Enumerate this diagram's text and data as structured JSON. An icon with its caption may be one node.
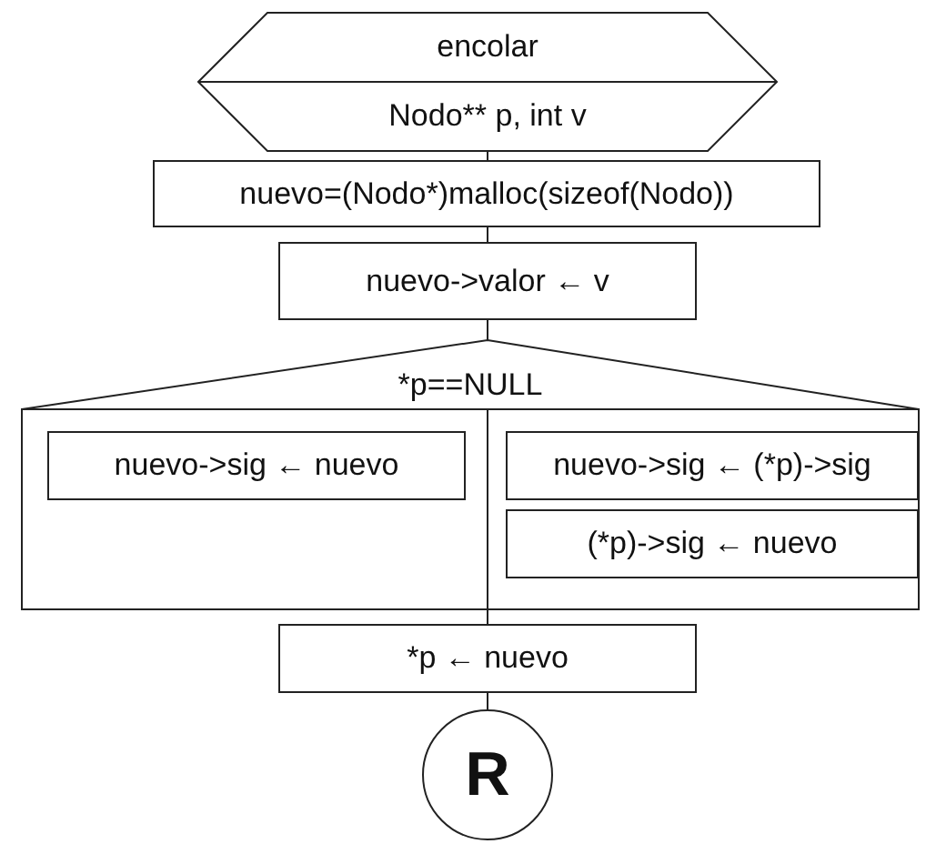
{
  "diagram": {
    "nodes": [
      {
        "text": [
          "encolar",
          "Nodo** p, int v"
        ]
      },
      {
        "text": [
          "nuevo=(Nodo*)malloc(sizeof(Nodo))"
        ]
      },
      {
        "text": [
          "nuevo->valor ← v"
        ]
      },
      {
        "text": [
          "*p==NULL"
        ]
      },
      {
        "text": [
          "nuevo->sig ← nuevo"
        ],
        "in": 3
      },
      {
        "text": [
          "nuevo->sig ← (*p)->sig"
        ],
        "in": 3
      },
      {
        "text": [
          "(*p)->sig ← nuevo"
        ],
        "in": 3
      },
      {
        "text": [
          "*p ← nuevo"
        ]
      },
      {
        "text": [
          "R"
        ]
      }
    ],
    "edges": [
      {
        "from": 0,
        "to": 1,
        "arrow": "none"
      },
      {
        "from": 1,
        "to": 2,
        "arrow": "none"
      },
      {
        "from": 2,
        "to": 3,
        "arrow": "none"
      },
      {
        "from": 3,
        "to": 7,
        "arrow": "none"
      },
      {
        "from": 7,
        "to": 8,
        "arrow": "none"
      }
    ]
  }
}
